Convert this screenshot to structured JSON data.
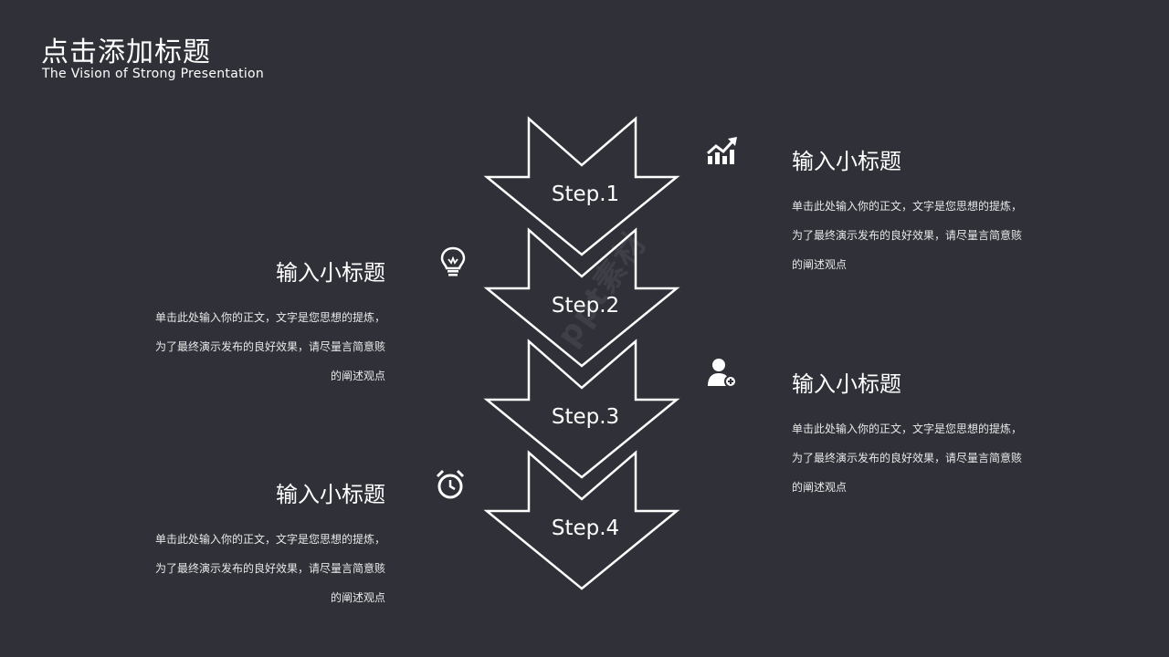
{
  "header": {
    "title": "点击添加标题",
    "subtitle": "The Vision of Strong Presentation"
  },
  "steps": [
    {
      "label": "Step.1"
    },
    {
      "label": "Step.2"
    },
    {
      "label": "Step.3"
    },
    {
      "label": "Step.4"
    }
  ],
  "blocks": [
    {
      "heading": "输入小标题",
      "line1": "单击此处输入你的正文，文字是您思想的提炼，",
      "line2": "为了最终演示发布的良好效果，请尽量言简意赅",
      "line3": "的阐述观点",
      "icon": "chart-growth-icon"
    },
    {
      "heading": "输入小标题",
      "line1": "单击此处输入你的正文，文字是您思想的提炼，",
      "line2": "为了最终演示发布的良好效果，请尽量言简意赅",
      "line3": "的阐述观点",
      "icon": "lightbulb-icon"
    },
    {
      "heading": "输入小标题",
      "line1": "单击此处输入你的正文，文字是您思想的提炼，",
      "line2": "为了最终演示发布的良好效果，请尽量言简意赅",
      "line3": "的阐述观点",
      "icon": "add-user-icon"
    },
    {
      "heading": "输入小标题",
      "line1": "单击此处输入你的正文，文字是您思想的提炼，",
      "line2": "为了最终演示发布的良好效果，请尽量言简意赅",
      "line3": "的阐述观点",
      "icon": "alarm-clock-icon"
    }
  ],
  "watermark": "ppt素材",
  "colors": {
    "background": "#2f3038",
    "foreground": "#ffffff"
  }
}
